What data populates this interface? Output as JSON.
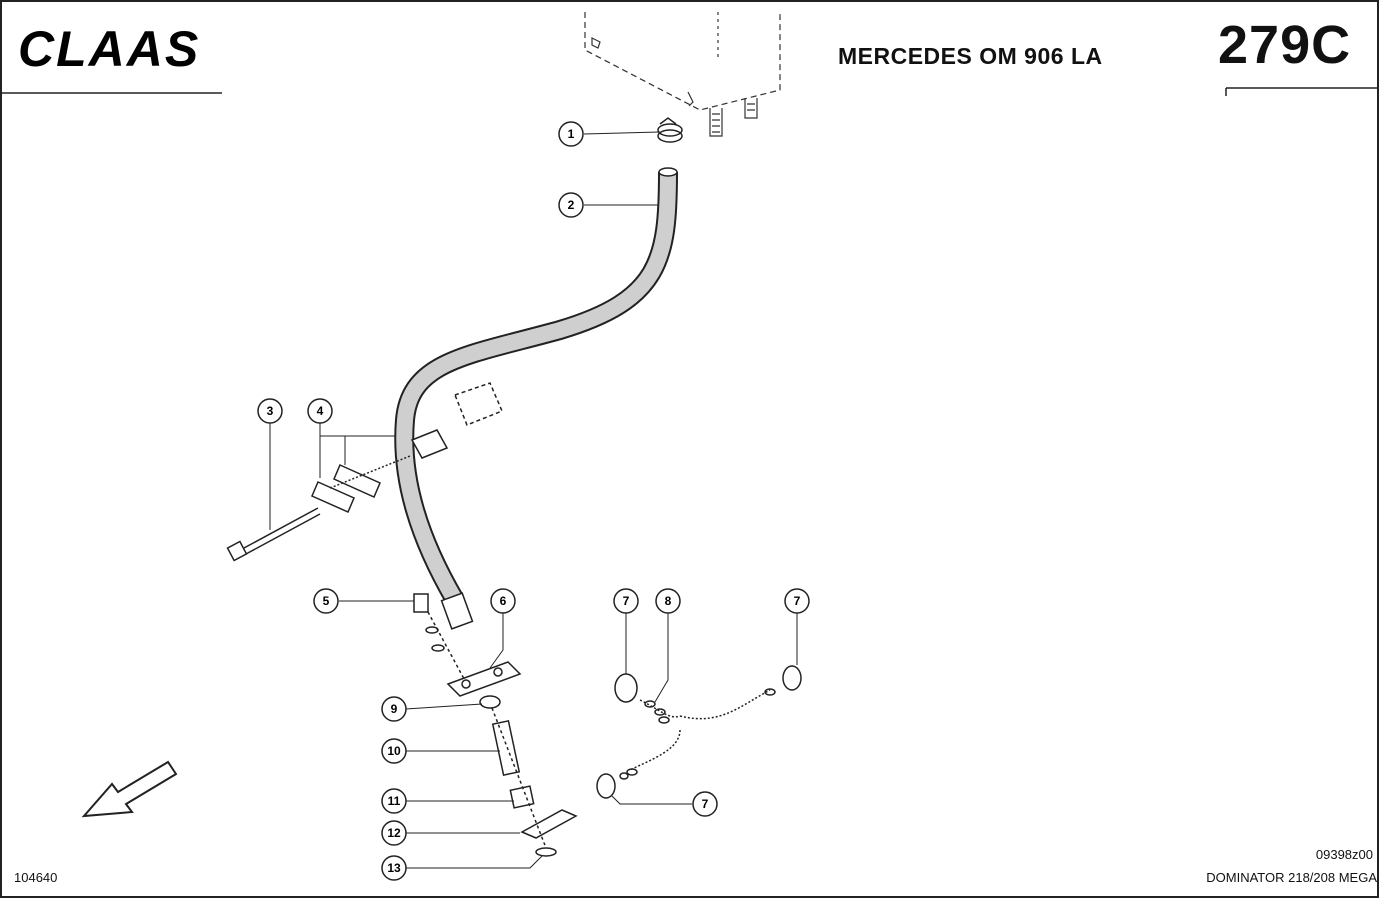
{
  "brand": {
    "logo_text": "CLAAS"
  },
  "header": {
    "title": "MERCEDES OM 906 LA",
    "page_number": "279C"
  },
  "footer": {
    "image_number": "104640",
    "drawing_code": "09398z00",
    "model": "DOMINATOR 218/208 MEGA"
  },
  "callouts": [
    {
      "id": "c1",
      "label": "1"
    },
    {
      "id": "c2",
      "label": "2"
    },
    {
      "id": "c3",
      "label": "3"
    },
    {
      "id": "c4",
      "label": "4"
    },
    {
      "id": "c5",
      "label": "5"
    },
    {
      "id": "c6",
      "label": "6"
    },
    {
      "id": "c7a",
      "label": "7"
    },
    {
      "id": "c8",
      "label": "8"
    },
    {
      "id": "c7b",
      "label": "7"
    },
    {
      "id": "c9",
      "label": "9"
    },
    {
      "id": "c10",
      "label": "10"
    },
    {
      "id": "c11",
      "label": "11"
    },
    {
      "id": "c7c",
      "label": "7"
    },
    {
      "id": "c12",
      "label": "12"
    },
    {
      "id": "c13",
      "label": "13"
    }
  ]
}
